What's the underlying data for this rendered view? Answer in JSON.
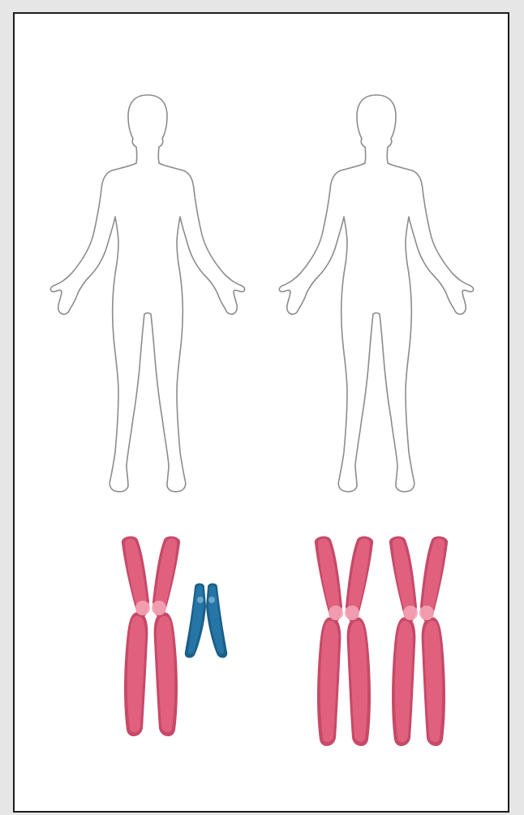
{
  "colors": {
    "background": "#e6e6e6",
    "panel": "#ffffff",
    "panel_border": "#1c1c1c",
    "outline": "#8c8c8c",
    "x_chromosome": "#e0607e",
    "x_chromosome_dark": "#c64a68",
    "x_centromere": "#f4a3b5",
    "y_chromosome": "#2575a6",
    "y_chromosome_dark": "#1b5f88",
    "y_band": "#7fb3d3"
  },
  "figures": [
    {
      "icon": "human-body-outline",
      "group": "xy"
    },
    {
      "icon": "human-body-outline",
      "group": "xx"
    }
  ],
  "chromosome_sets": [
    {
      "group": "xy",
      "chromosomes": [
        "x-chromosome",
        "y-chromosome"
      ]
    },
    {
      "group": "xx",
      "chromosomes": [
        "x-chromosome",
        "x-chromosome"
      ]
    }
  ]
}
